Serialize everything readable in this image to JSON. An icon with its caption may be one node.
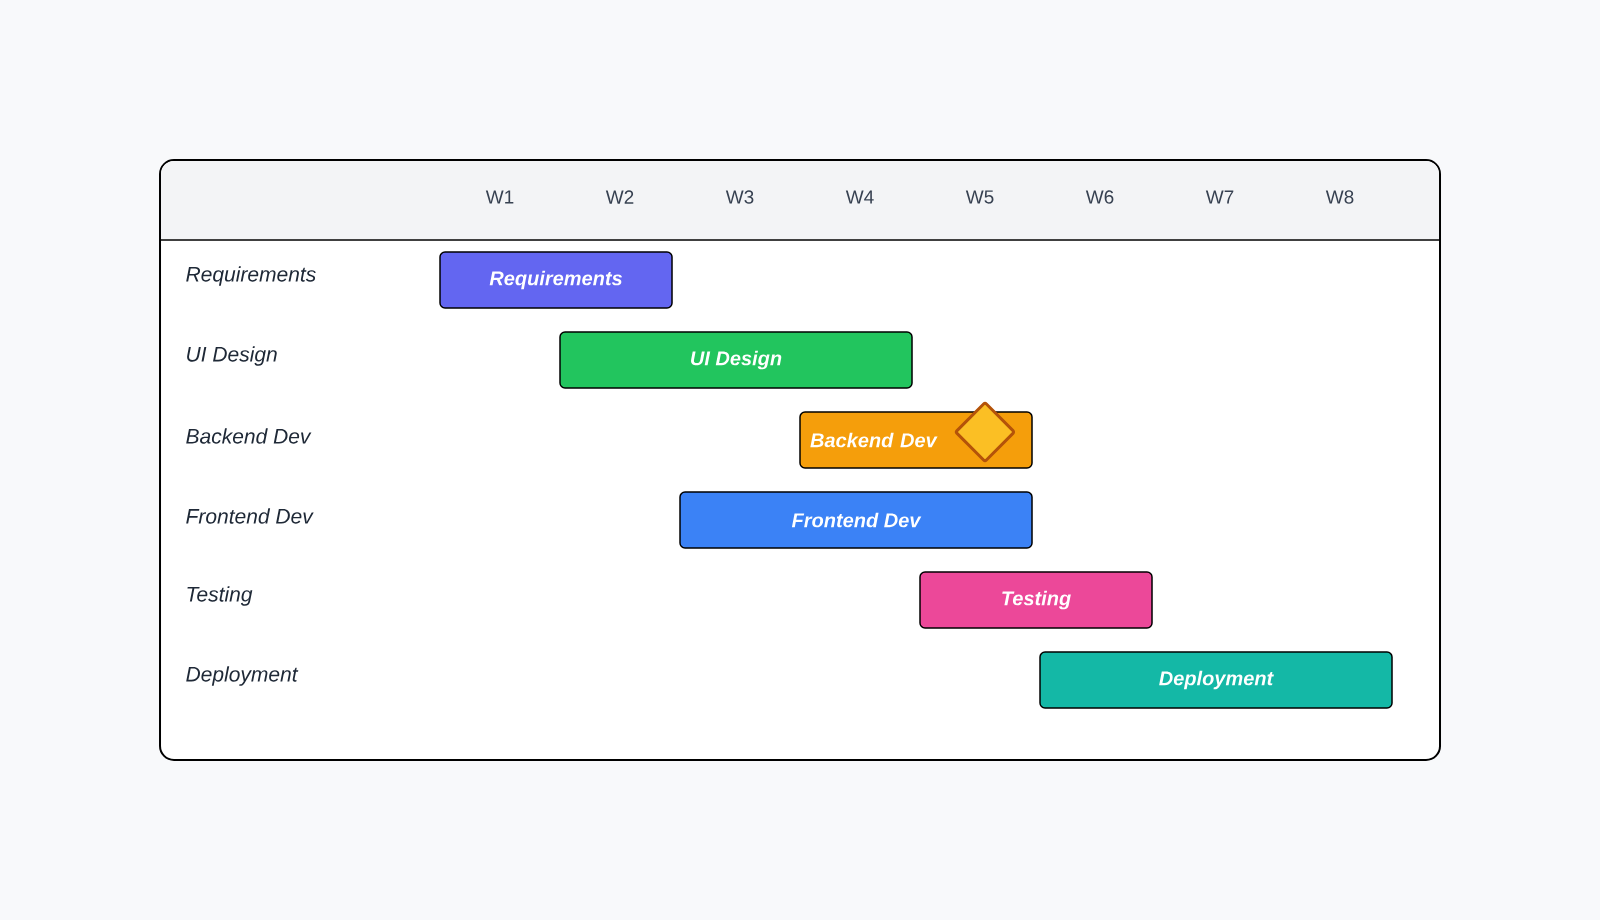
{
  "diagram": {
    "nodes": [
      {
        "text": [
          "Requirements"
        ]
      },
      {
        "text": [
          "UI Design"
        ]
      },
      {
        "text": [
          "Backend Dev"
        ]
      },
      {
        "text": [],
        "shape": "diamond"
      },
      {
        "text": [
          "Frontend Dev"
        ]
      },
      {
        "text": [
          "Testing"
        ]
      },
      {
        "text": [
          "Deployment"
        ]
      }
    ],
    "labels": [
      "W1",
      "W2",
      "W3",
      "W4",
      "W5",
      "W6",
      "W7",
      "W8",
      "Requirements",
      "UI Design",
      "Backend Dev",
      "Frontend Dev",
      "Testing",
      "Deployment"
    ]
  }
}
